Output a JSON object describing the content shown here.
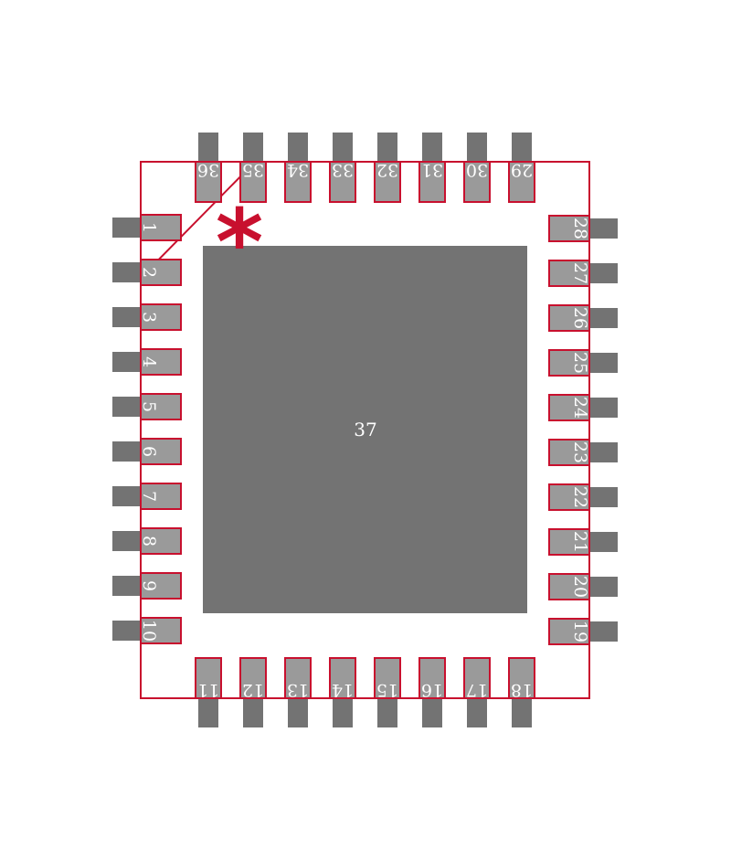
{
  "colors": {
    "background": "#ffffff",
    "copper": "#737373",
    "pad_fill": "#9a9a9a",
    "outline": "#c8102e",
    "text": "#ffffff"
  },
  "pin1_marker": "*",
  "center_pad": {
    "label": "37"
  },
  "pins": {
    "left": [
      "1",
      "2",
      "3",
      "4",
      "5",
      "6",
      "7",
      "8",
      "9",
      "10"
    ],
    "bottom": [
      "11",
      "12",
      "13",
      "14",
      "15",
      "16",
      "17",
      "18"
    ],
    "right": [
      "19",
      "20",
      "21",
      "22",
      "23",
      "24",
      "25",
      "26",
      "27",
      "28"
    ],
    "top": [
      "29",
      "30",
      "31",
      "32",
      "33",
      "34",
      "35",
      "36"
    ]
  }
}
